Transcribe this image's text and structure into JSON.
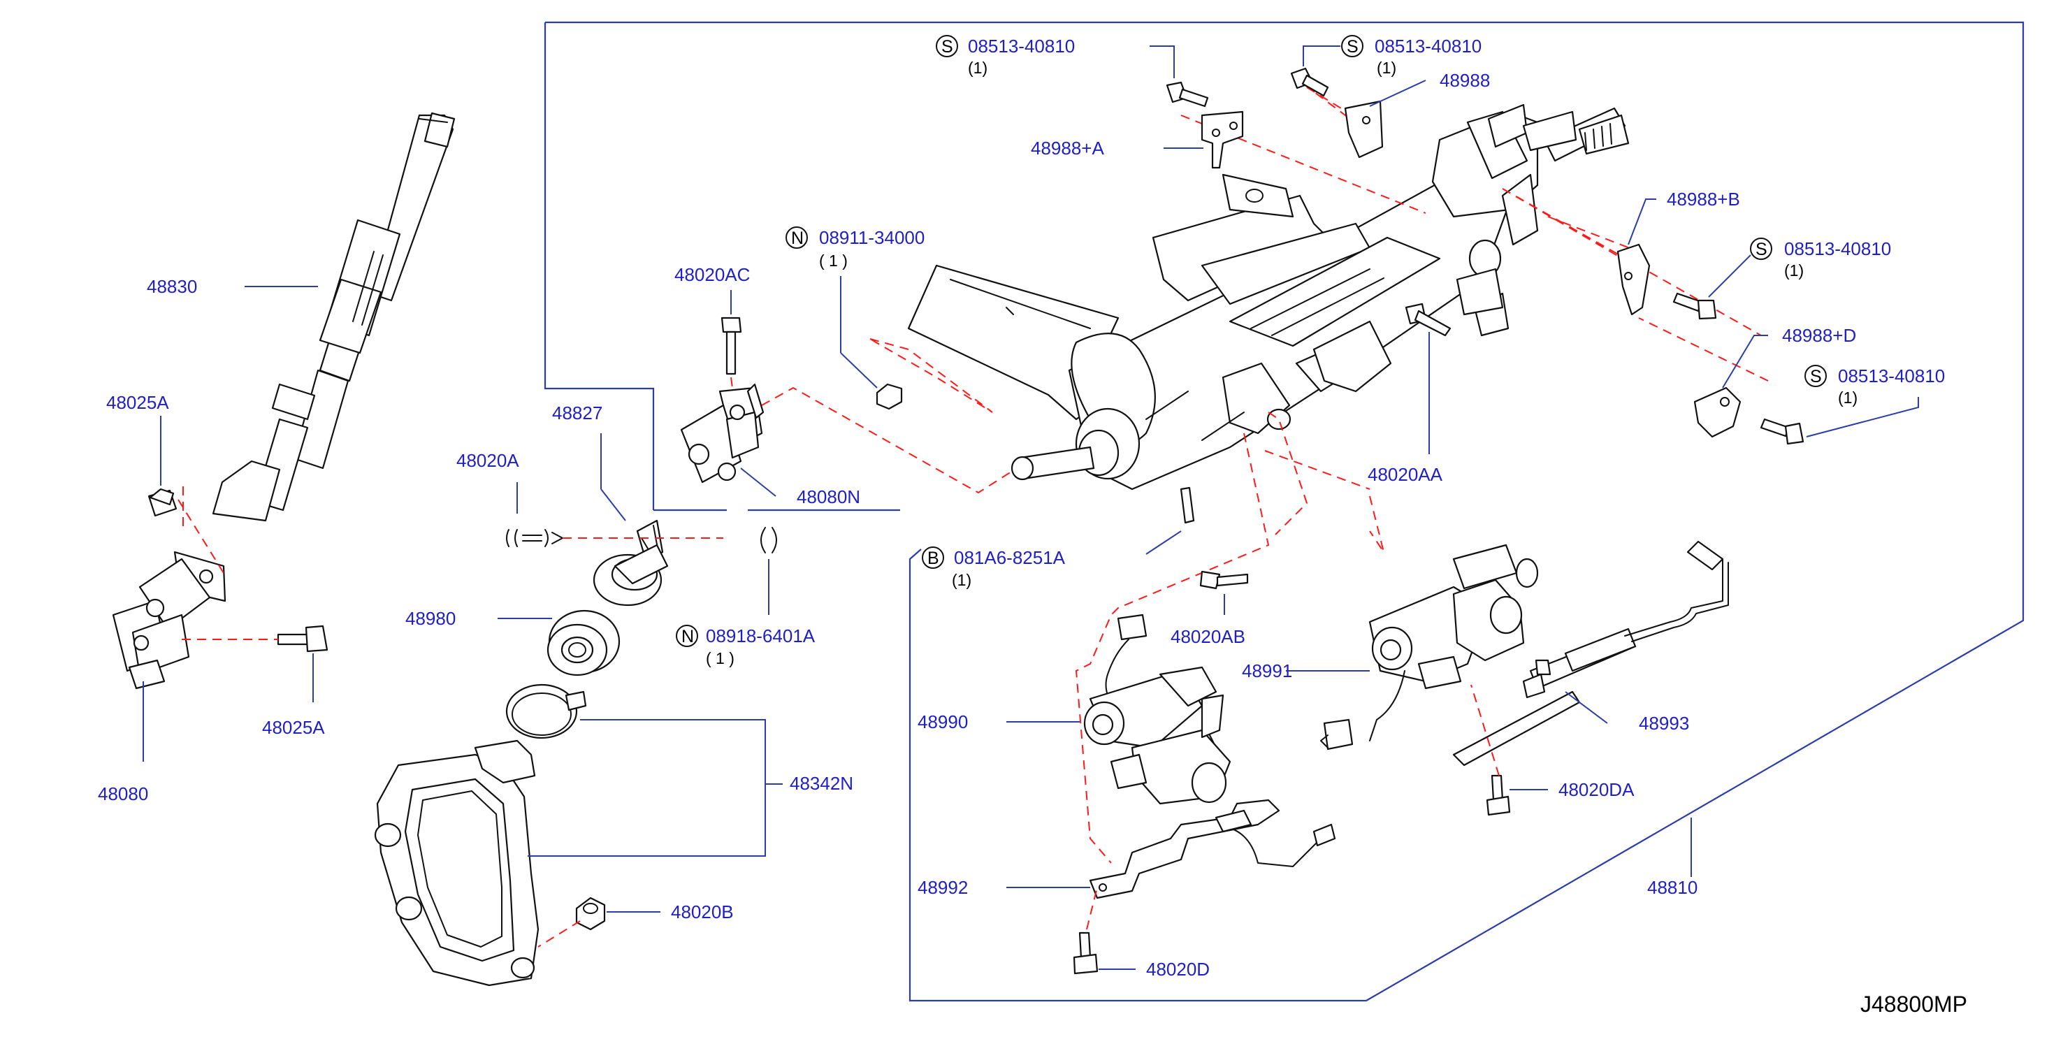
{
  "diagram": {
    "code": "J48800MP",
    "labels": {
      "p48830": "48830",
      "p48025A_top": "48025A",
      "p48025A_bot": "48025A",
      "p48080": "48080",
      "p48020A": "48020A",
      "p48827": "48827",
      "p48980": "48980",
      "p48342N": "48342N",
      "p48020B": "48020B",
      "p48020AC": "48020AC",
      "p48080N": "48080N",
      "p08911": "08911-34000",
      "p08918": "08918-6401A",
      "p081A6": "081A6-8251A",
      "p48020AB": "48020AB",
      "p48020AA": "48020AA",
      "p48988A": "48988+A",
      "p48988": "48988",
      "p48988B": "48988+B",
      "p48988D": "48988+D",
      "p08513a": "08513-40810",
      "p08513b": "08513-40810",
      "p08513c": "08513-40810",
      "p08513d": "08513-40810",
      "p48991": "48991",
      "p48993": "48993",
      "p48990": "48990",
      "p48020DA": "48020DA",
      "p48992": "48992",
      "p48020D": "48020D",
      "p48810": "48810"
    },
    "symbols": {
      "s1": "S",
      "s2": "S",
      "s3": "S",
      "s4": "S",
      "n1": "N",
      "n2": "N",
      "b1": "B"
    },
    "qty": {
      "q08513a": "(1)",
      "q08513b": "(1)",
      "q08513c": "(1)",
      "q08513d": "(1)",
      "q08911": "( 1 )",
      "q08918": "( 1 )",
      "q081A6": "(1)"
    },
    "colors": {
      "label": "#1f1fc8",
      "leader": "#2b3da8",
      "dashed": "#ff1a1a",
      "outline": "#111111"
    }
  }
}
